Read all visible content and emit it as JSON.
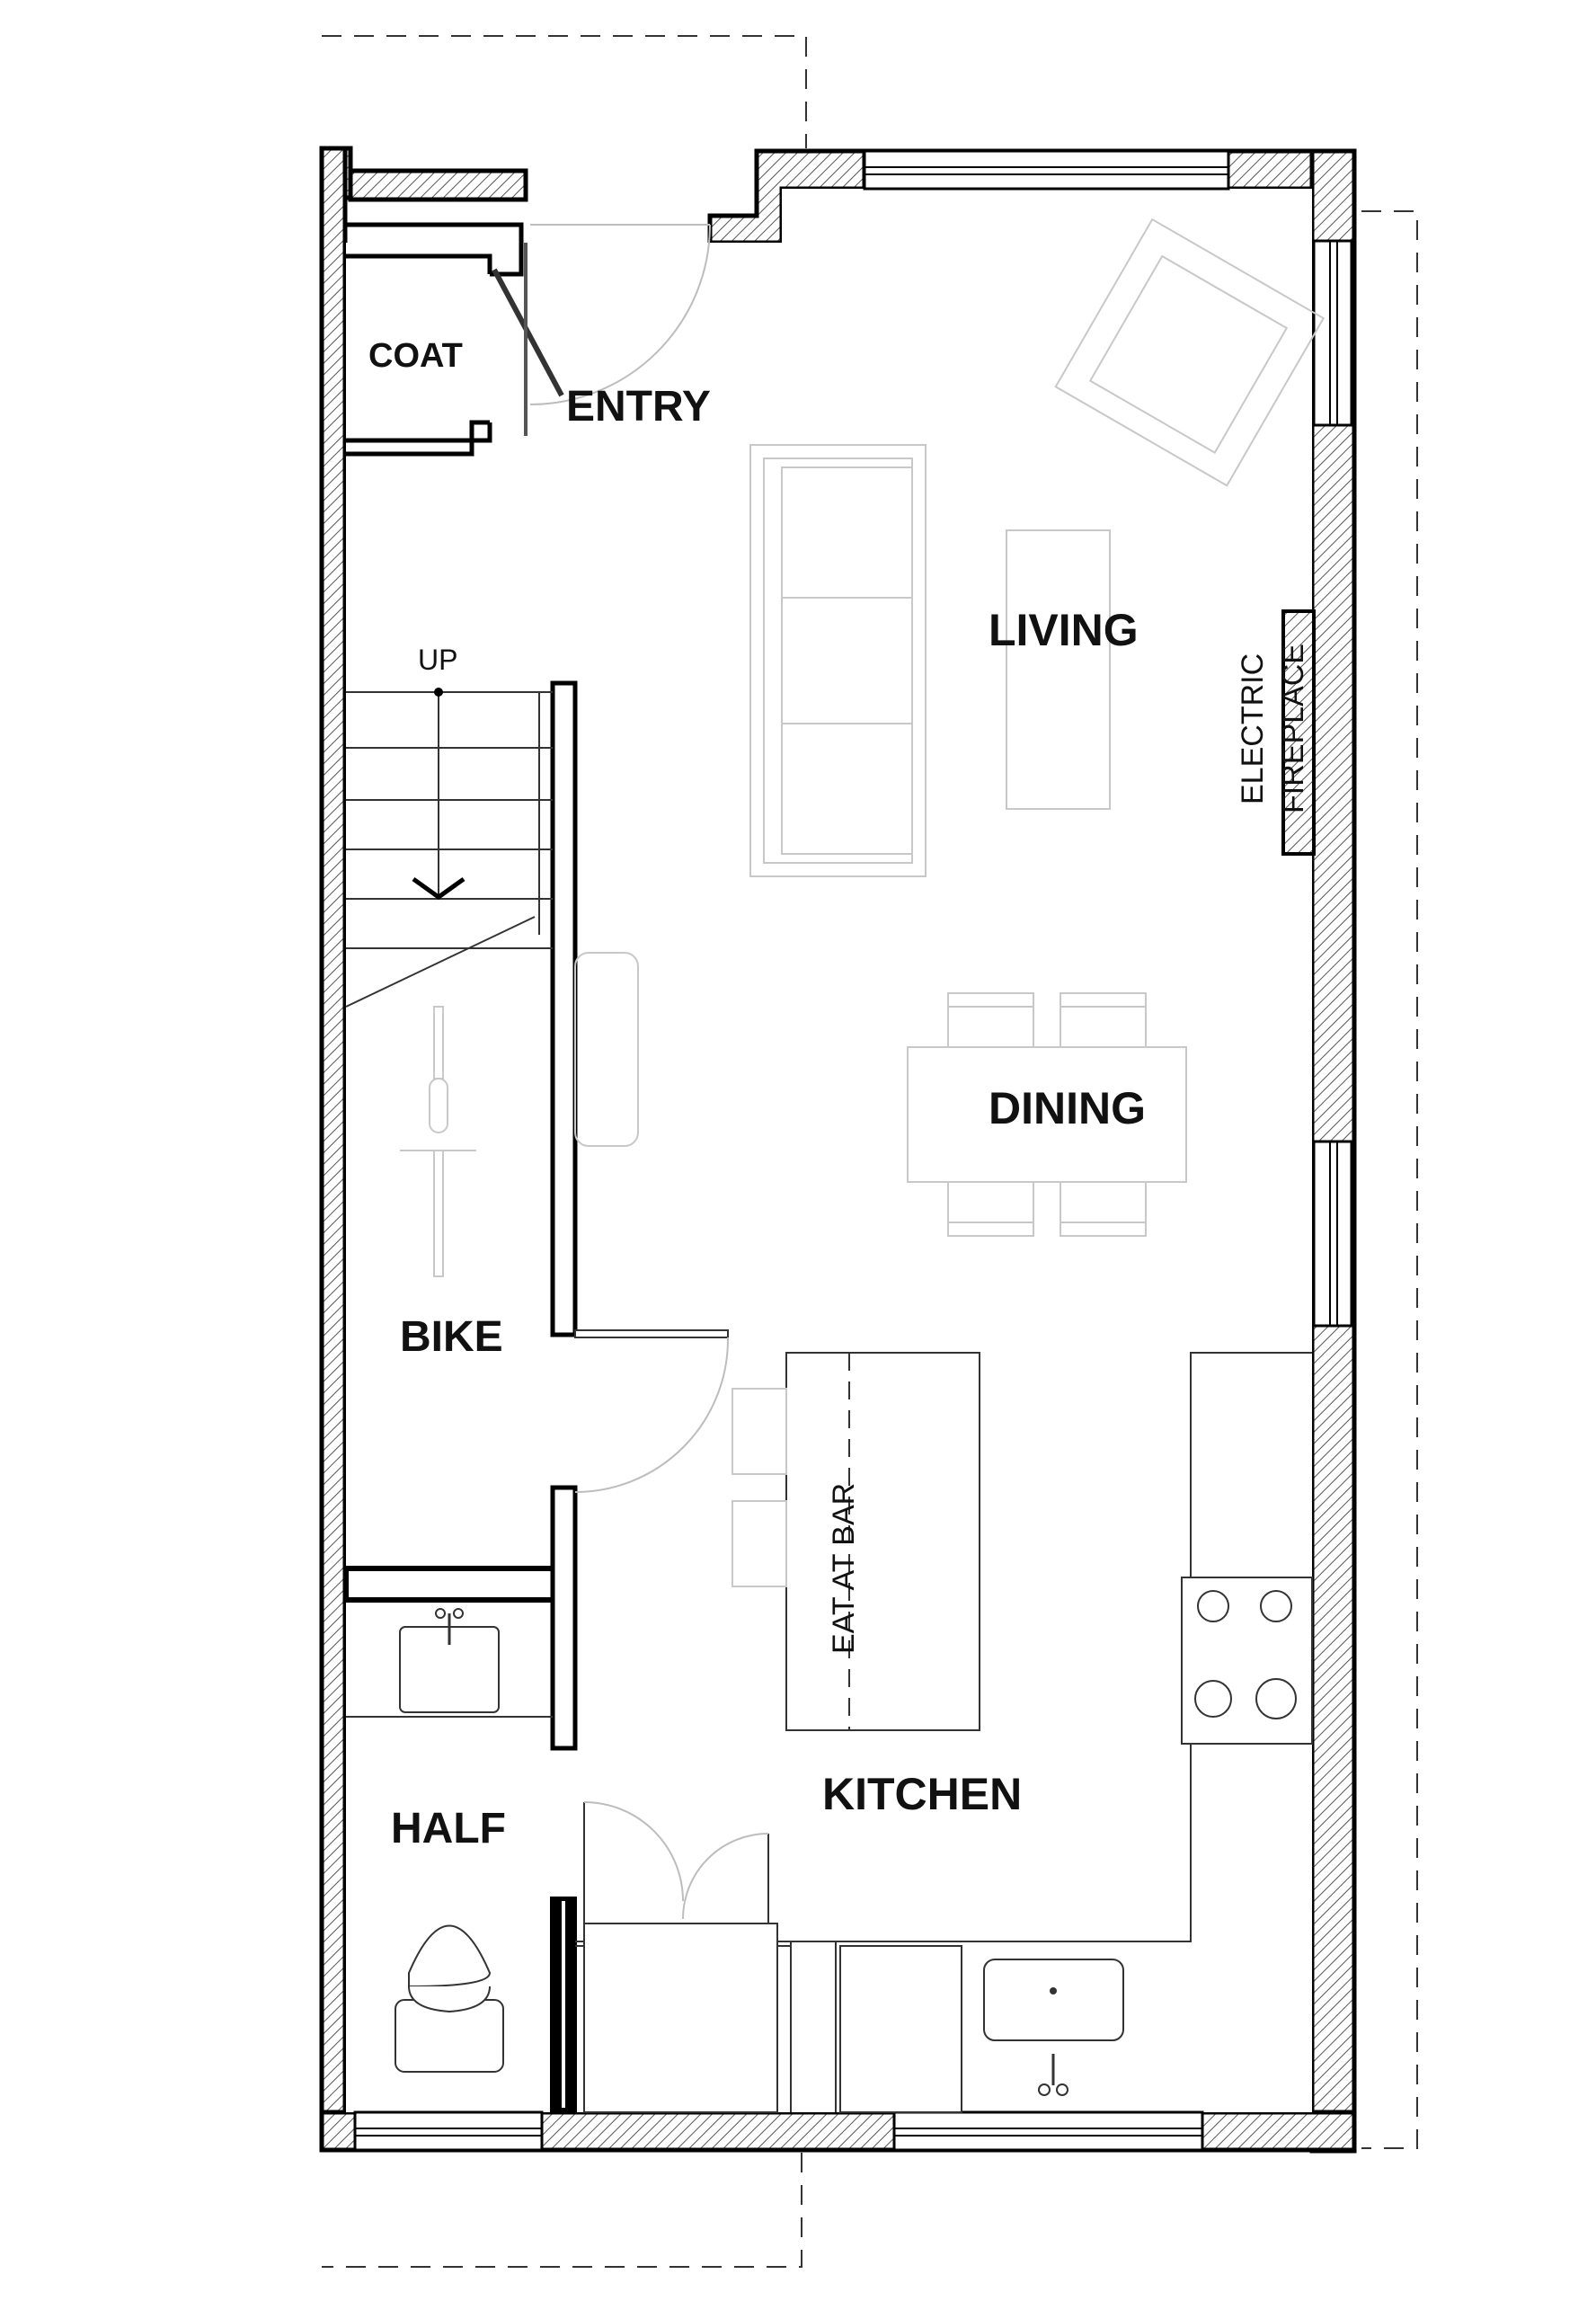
{
  "rooms": {
    "coat": "COAT",
    "entry": "ENTRY",
    "living": "LIVING",
    "dining": "DINING",
    "bike": "BIKE",
    "kitchen": "KITCHEN",
    "half": "HALF"
  },
  "labels": {
    "stair_up": "UP",
    "fireplace_line1": "ELECTRIC",
    "fireplace_line2": "FIREPLACE",
    "eat_at_bar": "EAT AT BAR"
  },
  "colors": {
    "wall": "#000000",
    "hatch": "#555555",
    "furniture": "#c8c8c8",
    "fixture": "#333333"
  }
}
